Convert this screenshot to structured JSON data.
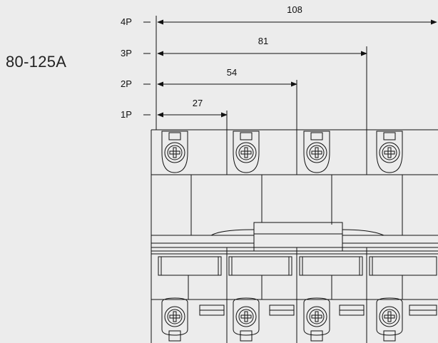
{
  "rating": "80-125A",
  "poles": [
    {
      "label": "1P",
      "width_mm": "27"
    },
    {
      "label": "2P",
      "width_mm": "54"
    },
    {
      "label": "3P",
      "width_mm": "81"
    },
    {
      "label": "4P",
      "width_mm": "108"
    }
  ],
  "colors": {
    "background": "#ececec",
    "line": "#111111"
  }
}
